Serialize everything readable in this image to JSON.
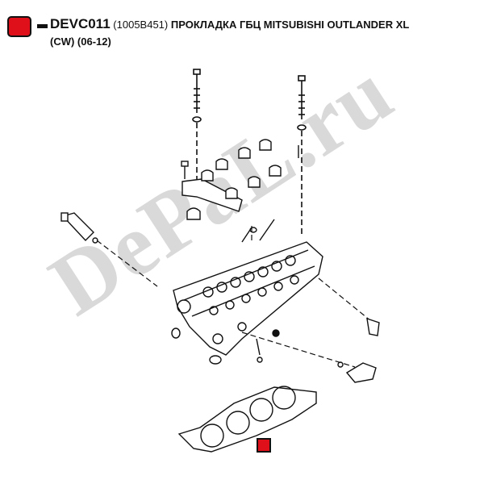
{
  "header": {
    "code": "DEVC011",
    "oem": "(1005B451)",
    "description": "ПРОКЛАДКА ГБЦ MITSUBISHI OUTLANDER XL",
    "subtitle": "(CW) (06-12)",
    "marker_color": "#e0101a"
  },
  "watermark": {
    "text": "DePaL.ru"
  },
  "diagram": {
    "highlight_color": "#e0101a",
    "highlighted_part": "head-gasket"
  }
}
